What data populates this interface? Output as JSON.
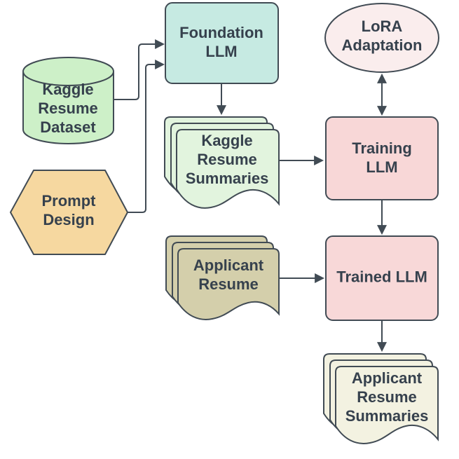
{
  "diagram": {
    "background": "#ffffff",
    "stroke_color": "#414b54",
    "text_color": "#36414d",
    "nodes": {
      "kaggle_resume_dataset": {
        "label": "Kaggle Resume Dataset",
        "shape": "cylinder",
        "fill": "#cdf0c8"
      },
      "prompt_design": {
        "label": "Prompt Design",
        "shape": "hexagon",
        "fill": "#f6d8a0"
      },
      "foundation_llm": {
        "label": "Foundation LLM",
        "shape": "rounded-rectangle",
        "fill": "#c6eae2"
      },
      "kaggle_resume_summaries": {
        "label": "Kaggle Resume Summaries",
        "shape": "document-stack",
        "fill": "#e2f4de"
      },
      "lora_adaptation": {
        "label": "LoRA Adaptation",
        "shape": "ellipse",
        "fill": "#faeded"
      },
      "training_llm": {
        "label": "Training LLM",
        "shape": "rounded-rectangle",
        "fill": "#f8d7d7"
      },
      "applicant_resume": {
        "label": "Applicant Resume",
        "shape": "document-stack",
        "fill": "#d4cfab"
      },
      "trained_llm": {
        "label": "Trained LLM",
        "shape": "rounded-rectangle",
        "fill": "#f8d8d8"
      },
      "applicant_resume_summaries": {
        "label": "Applicant Resume Summaries",
        "shape": "document-stack",
        "fill": "#f3f2e1"
      }
    },
    "edges": [
      {
        "from": "kaggle_resume_dataset",
        "to": "foundation_llm",
        "direction": "one-way"
      },
      {
        "from": "prompt_design",
        "to": "foundation_llm",
        "direction": "one-way"
      },
      {
        "from": "foundation_llm",
        "to": "kaggle_resume_summaries",
        "direction": "one-way"
      },
      {
        "from": "kaggle_resume_summaries",
        "to": "training_llm",
        "direction": "one-way"
      },
      {
        "from": "lora_adaptation",
        "to": "training_llm",
        "direction": "two-way"
      },
      {
        "from": "training_llm",
        "to": "trained_llm",
        "direction": "one-way"
      },
      {
        "from": "applicant_resume",
        "to": "trained_llm",
        "direction": "one-way"
      },
      {
        "from": "trained_llm",
        "to": "applicant_resume_summaries",
        "direction": "one-way"
      }
    ]
  }
}
